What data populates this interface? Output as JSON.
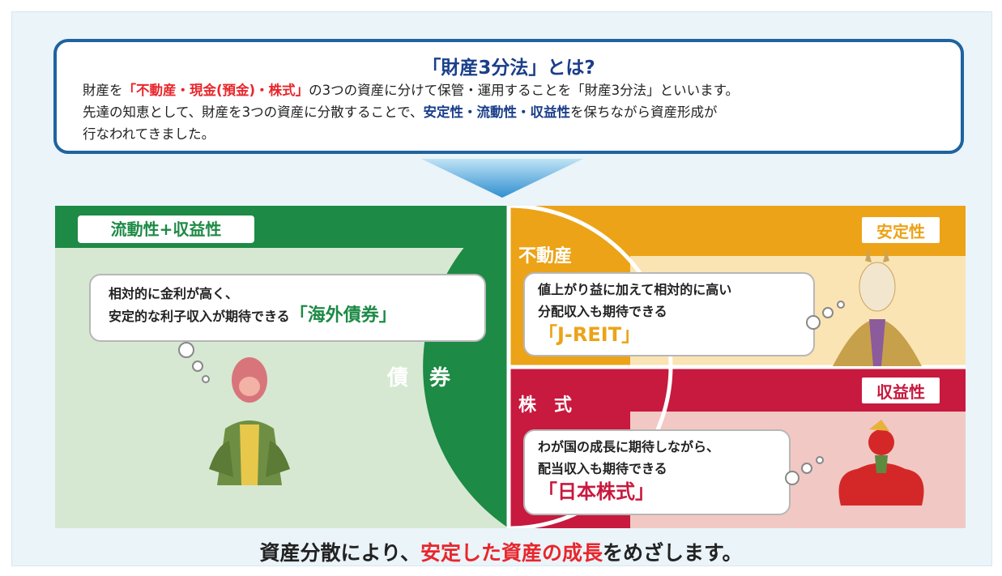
{
  "intro": {
    "title": "「財産3分法」とは?",
    "line1_a": "財産を",
    "line1_b": "「不動産・現金(預金)・株式」",
    "line1_c": "の3つの資産に分けて保管・運用することを「財産3分法」といいます。",
    "line2_a": "先達の知恵として、財産を3つの資産に分散することで、",
    "line2_b": "安定性・流動性・収益性",
    "line2_c": "を保ちながら資産形成が",
    "line3": "行なわれてきました。"
  },
  "bond": {
    "label": "流動性+収益性",
    "category": "債　券",
    "bubble_line1": "相対的に金利が高く、",
    "bubble_line2": "安定的な利子収入が期待できる",
    "highlight": "「海外債券」"
  },
  "realestate": {
    "label": "安定性",
    "category": "不動産",
    "bubble_line1": "値上がり益に加えて相対的に高い",
    "bubble_line2": "分配収入も期待できる",
    "highlight": "「J-REIT」"
  },
  "stock": {
    "label": "収益性",
    "category": "株　式",
    "bubble_line1": "わが国の成長に期待しながら、",
    "bubble_line2": "配当収入も期待できる",
    "highlight": "「日本株式」"
  },
  "footer": {
    "a": "資産分散により、",
    "b": "安定した資産の成長",
    "c": "をめざします。"
  },
  "colors": {
    "navy": "#1f63a0",
    "green": "#1d8a45",
    "orange": "#eca318",
    "crimson": "#c8193e",
    "accent_red": "#e8262c"
  }
}
